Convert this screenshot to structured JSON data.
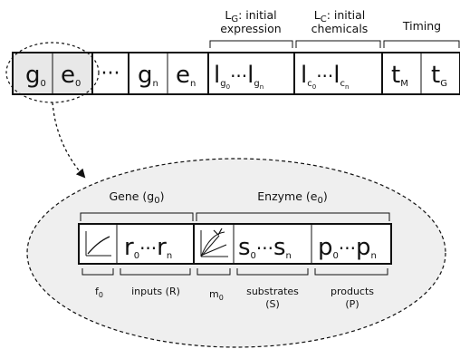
{
  "genome": {
    "cells": {
      "g0": {
        "base": "g",
        "sub": "0"
      },
      "e0": {
        "base": "e",
        "sub": "0"
      },
      "ellipsis": "···",
      "gn": {
        "base": "g",
        "sub": "n"
      },
      "en": {
        "base": "e",
        "sub": "n"
      },
      "lg": {
        "start": "l",
        "start_sub": "g",
        "start_subsub": "0",
        "mid": "···",
        "end": "l",
        "end_sub": "g",
        "end_subsub": "n"
      },
      "lc": {
        "start": "l",
        "start_sub": "c",
        "start_subsub": "0",
        "mid": "···",
        "end": "l",
        "end_sub": "c",
        "end_subsub": "n"
      },
      "tm": {
        "base": "t",
        "sub": "M"
      },
      "tg": {
        "base": "t",
        "sub": "G"
      }
    },
    "headers": {
      "lg": {
        "letter": "L",
        "sub": "G",
        "line1_rest": ": initial",
        "line2": "expression"
      },
      "lc": {
        "letter": "L",
        "sub": "C",
        "line1_rest": ": initial",
        "line2": "chemicals"
      },
      "timing": "Timing"
    }
  },
  "detail": {
    "headers": {
      "gene": {
        "label": "Gene (g",
        "sub": "0",
        "close": ")"
      },
      "enzyme": {
        "label": "Enzyme (e",
        "sub": "0",
        "close": ")"
      }
    },
    "cells": {
      "inputs": {
        "start": "r",
        "start_sub": "0",
        "mid": "···",
        "end": "r",
        "end_sub": "n"
      },
      "substrates": {
        "start": "s",
        "start_sub": "0",
        "mid": "···",
        "end": "s",
        "end_sub": "n"
      },
      "products": {
        "start": "p",
        "start_sub": "0",
        "mid": "···",
        "end": "p",
        "end_sub": "n"
      }
    },
    "labels": {
      "f0": {
        "base": "f",
        "sub": "0"
      },
      "inputs": "inputs (R)",
      "m0": {
        "base": "m",
        "sub": "0"
      },
      "substrates": {
        "line1": "substrates",
        "line2": "(S)"
      },
      "products": {
        "line1": "products",
        "line2": "(P)"
      }
    }
  }
}
